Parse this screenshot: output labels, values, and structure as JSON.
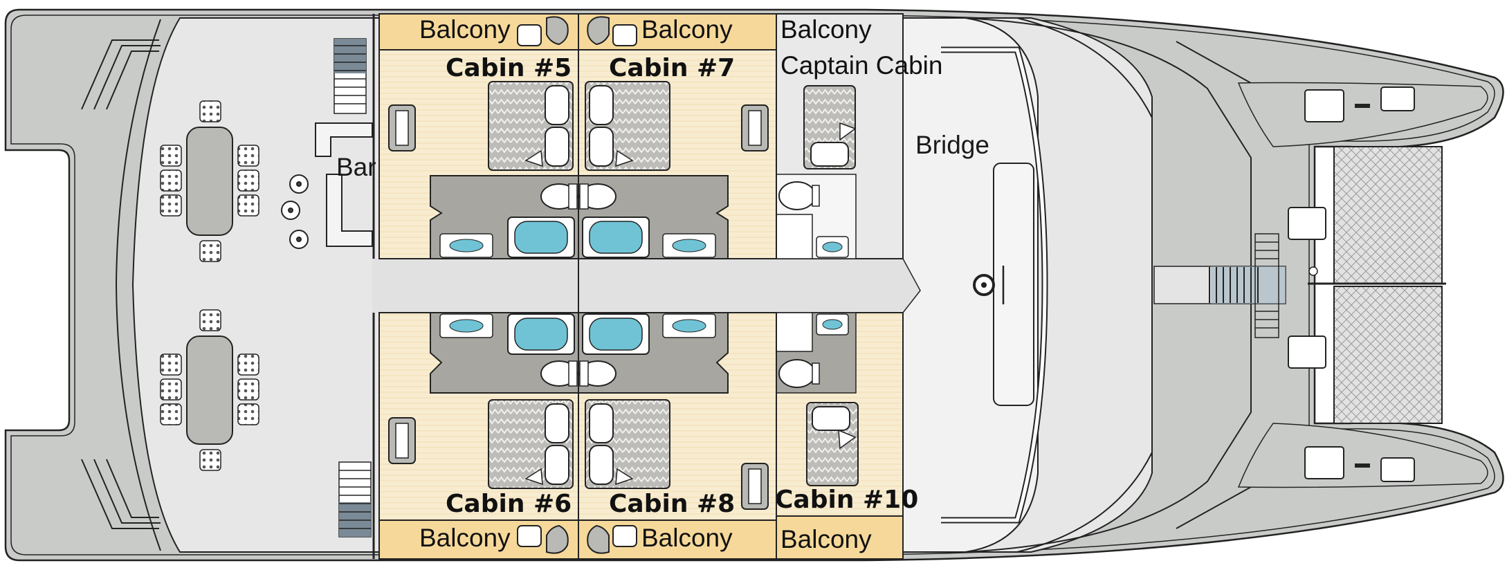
{
  "labels": {
    "balcony": "Balcony",
    "bar": "Bar",
    "bridge": "Bridge",
    "captain_cabin": "Captain Cabin",
    "cabin_5": "Cabin #5",
    "cabin_6": "Cabin #6",
    "cabin_7": "Cabin #7",
    "cabin_8": "Cabin #8",
    "cabin_10": "Cabin #10"
  },
  "colors": {
    "hull_outer": "#c9cbc9",
    "deck": "#e6e7e6",
    "cabin_floor": "#f8ecd0",
    "balcony": "#f6d99a",
    "bathroom": "#a7a6a0",
    "tub": "#6fc3d5",
    "bed": "#b9b9b6",
    "net": "#dddddd"
  }
}
